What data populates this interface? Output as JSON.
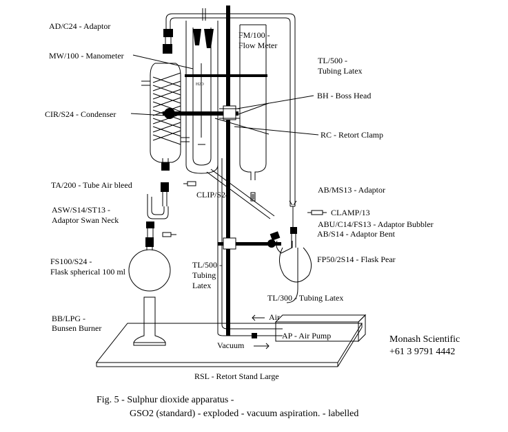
{
  "labels": {
    "adaptor_ad": "AD/C24 - Adaptor",
    "manometer": "MW/100 - Manometer",
    "condenser": "CIR/S24 - Condenser",
    "tube_air_bleed": "TA/200 - Tube Air bleed",
    "swan_neck_1": "ASW/S14/ST13 -",
    "swan_neck_2": "Adaptor Swan Neck",
    "flask_sph_1": "FS100/S24 -",
    "flask_sph_2": "Flask spherical 100 ml",
    "burner_1": "BB/LPG -",
    "burner_2": "Bunsen Burner",
    "flow_meter_1": "FM/100 -",
    "flow_meter_2": "Flow Meter",
    "tubing_latex_top_1": "TL/500 -",
    "tubing_latex_top_2": "Tubing Latex",
    "boss_head": "BH - Boss Head",
    "retort_clamp": "RC - Retort Clamp",
    "clip": "CLIP/S24",
    "adaptor_ab_ms13": "AB/MS13 - Adaptor",
    "clamp13": "CLAMP/13",
    "adaptor_bubbler": "ABU/C14/FS13 - Adaptor Bubbler",
    "adaptor_bent": "AB/S14 - Adaptor Bent",
    "tubing_mid_1": "TL/500 -",
    "tubing_mid_2": "Tubing",
    "tubing_mid_3": "Latex",
    "flask_pear": "FP50/2S14 - Flask Pear",
    "tubing_300": "TL/300 - Tubing Latex",
    "air": "Air",
    "air_pump": "AP - Air Pump",
    "vacuum": "Vacuum",
    "retort_stand": "RSL - Retort Stand Large",
    "h2o_mark": "H2O"
  },
  "company": {
    "name": "Monash Scientific",
    "phone": "+61 3 9791 4442"
  },
  "caption": {
    "line1": "Fig. 5 - Sulphur dioxide apparatus -",
    "line2": "GSO2 (standard) - exploded - vacuum aspiration. - labelled"
  }
}
